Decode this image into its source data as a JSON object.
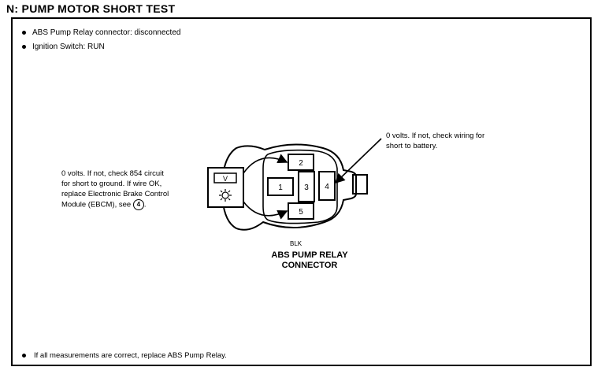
{
  "title": "N:  PUMP MOTOR SHORT TEST",
  "conditions": [
    "ABS Pump Relay connector:  disconnected",
    "Ignition Switch:  RUN"
  ],
  "left_note": [
    "0 volts.  If not, check 854 circuit",
    "for short to ground.  If wire OK,",
    "replace Electronic Brake Control",
    "Module (EBCM), see"
  ],
  "left_note_ref": "4",
  "right_note": [
    "0 volts.  If not, check wiring for",
    "short to battery."
  ],
  "meter_label": "V",
  "terminals": [
    "1",
    "2",
    "3",
    "4",
    "5"
  ],
  "wire_color": "BLK",
  "connector_caption": [
    "ABS PUMP RELAY",
    "CONNECTOR"
  ],
  "final_step": "If all measurements are correct, replace ABS Pump Relay."
}
